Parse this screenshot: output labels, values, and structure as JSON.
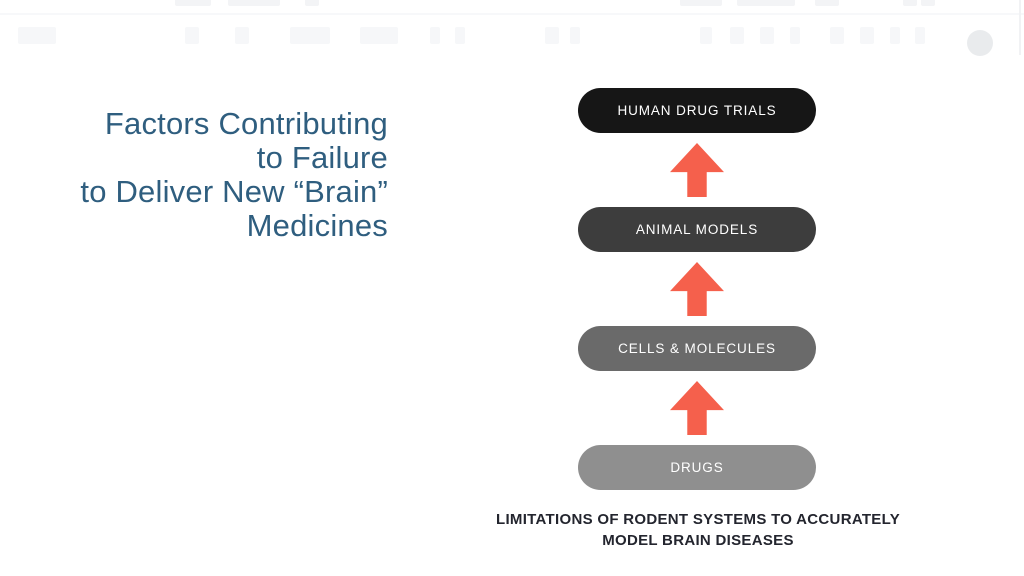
{
  "slide": {
    "title": {
      "lines": [
        "Factors Contributing",
        "to Failure",
        "to Deliver New “Brain”",
        "Medicines"
      ],
      "color": "#2f5e7f"
    },
    "diagram": {
      "direction": "up",
      "arrow_color": "#f5604c",
      "label_color": "#ffffff",
      "levels": [
        {
          "label": "HUMAN DRUG TRIALS",
          "bg": "#161616"
        },
        {
          "label": "ANIMAL MODELS",
          "bg": "#3d3d3d"
        },
        {
          "label": "CELLS & MOLECULES",
          "bg": "#6a6a6a"
        },
        {
          "label": "DRUGS",
          "bg": "#8f8f8f"
        }
      ]
    },
    "caption": {
      "lines": [
        "LIMITATIONS OF RODENT SYSTEMS TO ACCURATELY",
        "MODEL BRAIN DISEASES"
      ],
      "color": "#23252e"
    },
    "decor": {
      "corner_circle_color": "#e9ebed"
    }
  }
}
